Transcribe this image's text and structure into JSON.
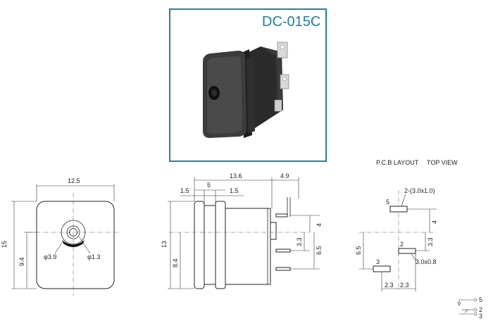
{
  "model": "DC-015C",
  "pcb_layout_title": "P.C.B LAYOUT",
  "top_view_title": "TOP VIEW",
  "front_view": {
    "width": "12.5",
    "height": "15",
    "hole_offset": "9.4",
    "outer_dia": "φ3.9",
    "pin_dia": "φ1.3"
  },
  "side_view": {
    "length": "13.6",
    "lead": "4.9",
    "flange_a": "1.5",
    "spacing": "5",
    "flange_b": "1.5",
    "height": "13",
    "center_height": "8.4",
    "pin_dim_a": "4",
    "pin_dim_b": "3.3",
    "pin_dim_c": "6.5"
  },
  "pcb": {
    "pad_label": "2-(3.0x1.0)",
    "pad_single": "3.0x0.8",
    "dim_4": "4",
    "dim_33": "3.3",
    "dim_65": "6.5",
    "dim_23a": "2.3",
    "dim_23b": "2.3",
    "pin_5": "5",
    "pin_2": "2",
    "pin_3": "3"
  },
  "schematic": {
    "pin_5": "5",
    "pin_2": "2",
    "pin_3": "3"
  }
}
